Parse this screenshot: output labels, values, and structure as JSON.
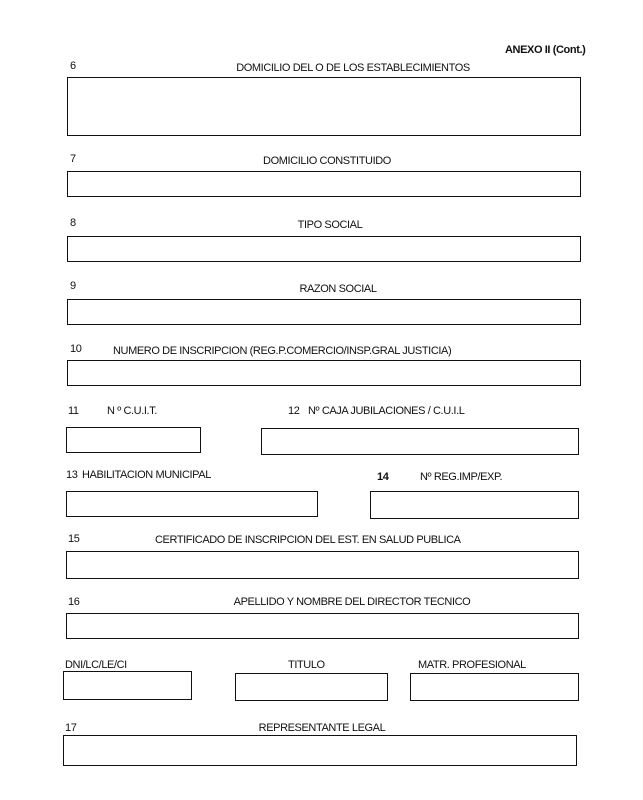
{
  "header": {
    "annex": "ANEXO II (Cont.)"
  },
  "fields": [
    {
      "num": "6",
      "label": "DOMICILIO DEL O DE LOS ESTABLECIMIENTOS",
      "value": ""
    },
    {
      "num": "7",
      "label": "DOMICILIO CONSTITUIDO",
      "value": ""
    },
    {
      "num": "8",
      "label": "TIPO SOCIAL",
      "value": ""
    },
    {
      "num": "9",
      "label": "RAZON SOCIAL",
      "value": ""
    },
    {
      "num": "10",
      "label": "NUMERO DE INSCRIPCION  (REG.P.COMERCIO/INSP.GRAL JUSTICIA)",
      "value": ""
    },
    {
      "num": "11",
      "label": "N º C.U.I.T.",
      "value": ""
    },
    {
      "num": "12",
      "label": "Nº CAJA JUBILACIONES / C.U.I.L",
      "value": ""
    },
    {
      "num": "13",
      "label": "HABILITACION MUNICIPAL",
      "value": ""
    },
    {
      "num": "14",
      "label": "Nº REG.IMP/EXP.",
      "value": ""
    },
    {
      "num": "15",
      "label": "CERTIFICADO DE INSCRIPCION DEL EST. EN SALUD PUBLICA",
      "value": ""
    },
    {
      "num": "16",
      "label": "APELLIDO Y NOMBRE DEL DIRECTOR TECNICO",
      "value": ""
    },
    {
      "num": "",
      "label": "DNI/LC/LE/CI",
      "value": ""
    },
    {
      "num": "",
      "label": "TITULO",
      "value": ""
    },
    {
      "num": "",
      "label": "MATR. PROFESIONAL",
      "value": ""
    },
    {
      "num": "17",
      "label": "REPRESENTANTE LEGAL",
      "value": ""
    }
  ]
}
